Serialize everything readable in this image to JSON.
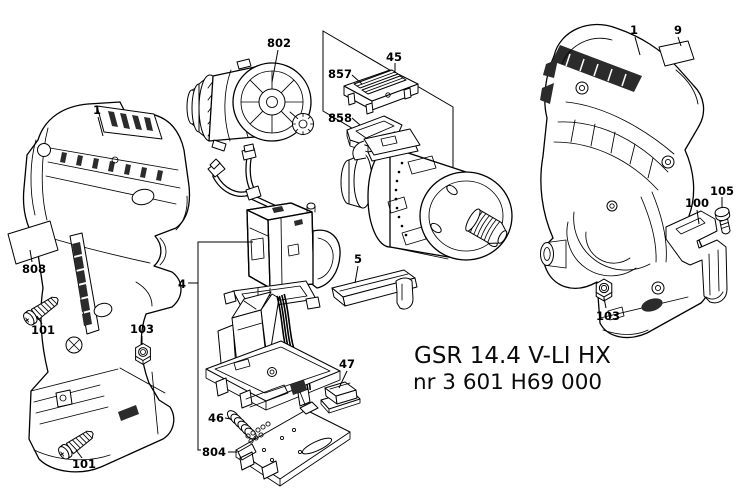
{
  "title": {
    "model": "GSR 14.4 V-LI HX",
    "part_number": "nr 3 601 H69 000"
  },
  "callouts": {
    "left_housing": "1",
    "left_label_sticker": "808",
    "left_screw_upper": "101",
    "left_nut": "103",
    "left_screw_lower": "101",
    "motor": "802",
    "gearbox_kit_frame": "45",
    "gearbox_plate": "857",
    "gearbox_clip": "858",
    "switch_assembly": "4",
    "slide_button": "5",
    "spring": "46",
    "contact_pad": "47",
    "base_plate": "804",
    "right_housing": "1",
    "right_label_sticker": "9",
    "belt_clip": "100",
    "belt_clip_screw": "105",
    "right_nut": "103"
  },
  "colors": {
    "line": "#000000",
    "background": "#ffffff",
    "shade_dark": "#2b2b2b"
  }
}
